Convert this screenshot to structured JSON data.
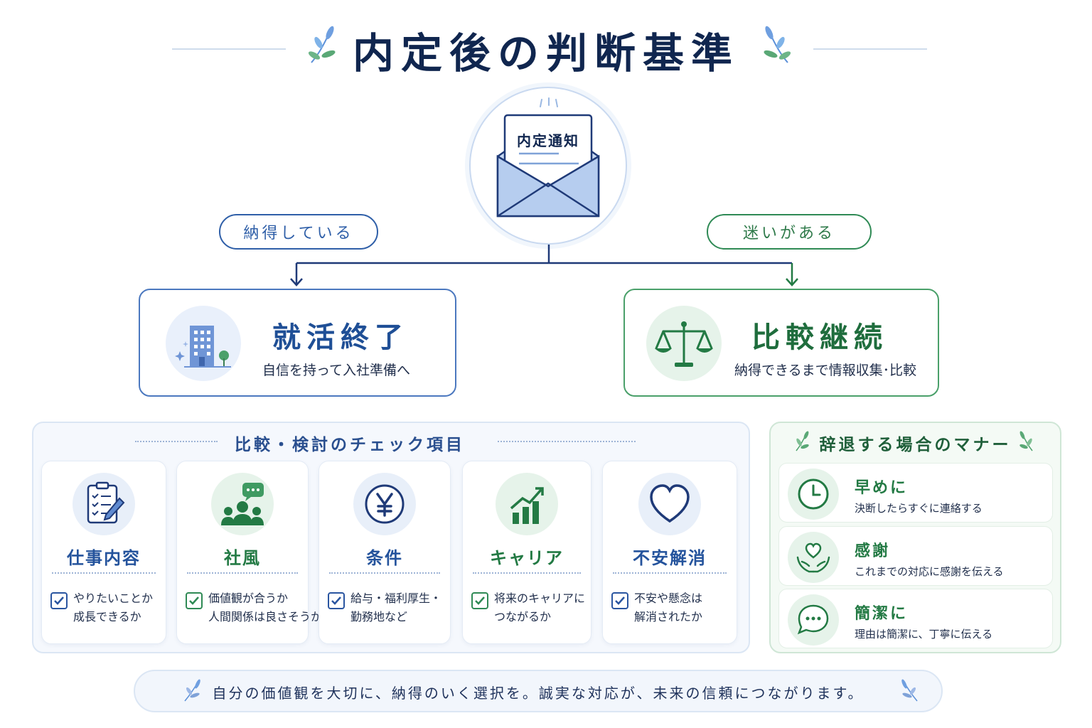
{
  "title": "内定後の判断基準",
  "letter": {
    "title": "内定通知"
  },
  "branches": {
    "left": {
      "pill": "納得している",
      "title": "就活終了",
      "subtitle": "自信を持って入社準備へ"
    },
    "right": {
      "pill": "迷いがある",
      "title": "比較継続",
      "subtitle": "納得できるまで情報収集･比較"
    }
  },
  "checklist": {
    "title": "比較・検討のチェック項目",
    "items": [
      {
        "title": "仕事内容",
        "line1": "やりたいことか",
        "line2": "成長できるか",
        "icon": "clipboard-icon"
      },
      {
        "title": "社風",
        "line1": "価値観が合うか",
        "line2": "人間関係は良さそうか",
        "icon": "people-icon"
      },
      {
        "title": "条件",
        "line1": "給与・福利厚生・",
        "line2": "勤務地など",
        "icon": "yen-icon"
      },
      {
        "title": "キャリア",
        "line1": "将来のキャリアに",
        "line2": "つながるか",
        "icon": "growth-chart-icon"
      },
      {
        "title": "不安解消",
        "line1": "不安や懸念は",
        "line2": "解消されたか",
        "icon": "heart-icon"
      }
    ]
  },
  "manners": {
    "title": "辞退する場合のマナー",
    "items": [
      {
        "title": "早めに",
        "subtitle": "決断したらすぐに連絡する",
        "icon": "clock-icon"
      },
      {
        "title": "感謝",
        "subtitle": "これまでの対応に感謝を伝える",
        "icon": "hands-heart-icon"
      },
      {
        "title": "簡潔に",
        "subtitle": "理由は簡潔に、丁寧に伝える",
        "icon": "speech-bubble-icon"
      }
    ]
  },
  "footer": "自分の価値観を大切に、納得のいく選択を。誠実な対応が、未来の信頼につながります。",
  "colors": {
    "navy": "#10264f",
    "blue": "#2f5fa8",
    "green": "#2f8a55"
  }
}
